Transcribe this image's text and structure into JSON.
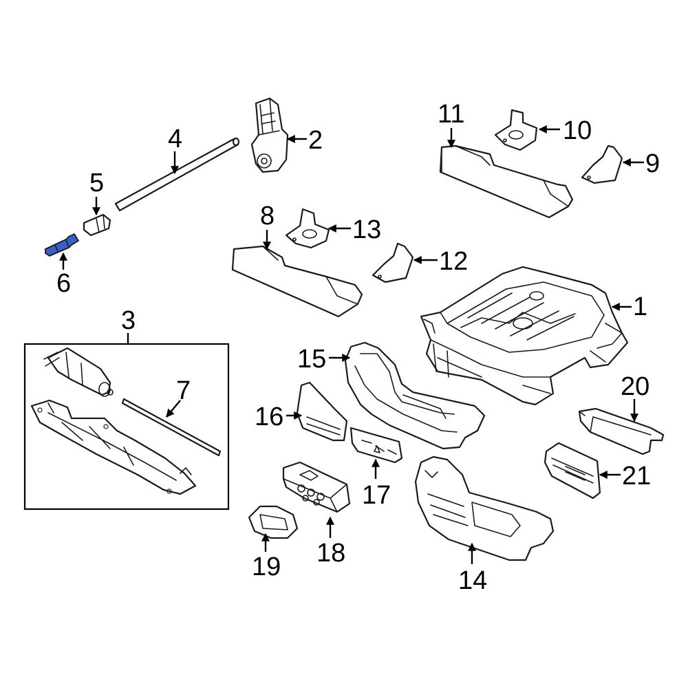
{
  "highlight_color": "#3a5fc8",
  "callouts": {
    "c1": "1",
    "c2": "2",
    "c3": "3",
    "c4": "4",
    "c5": "5",
    "c6": "6",
    "c7": "7",
    "c8": "8",
    "c9": "9",
    "c10": "10",
    "c11": "11",
    "c12": "12",
    "c13": "13",
    "c14": "14",
    "c15": "15",
    "c16": "16",
    "c17": "17",
    "c18": "18",
    "c19": "19",
    "c20": "20",
    "c21": "21"
  }
}
